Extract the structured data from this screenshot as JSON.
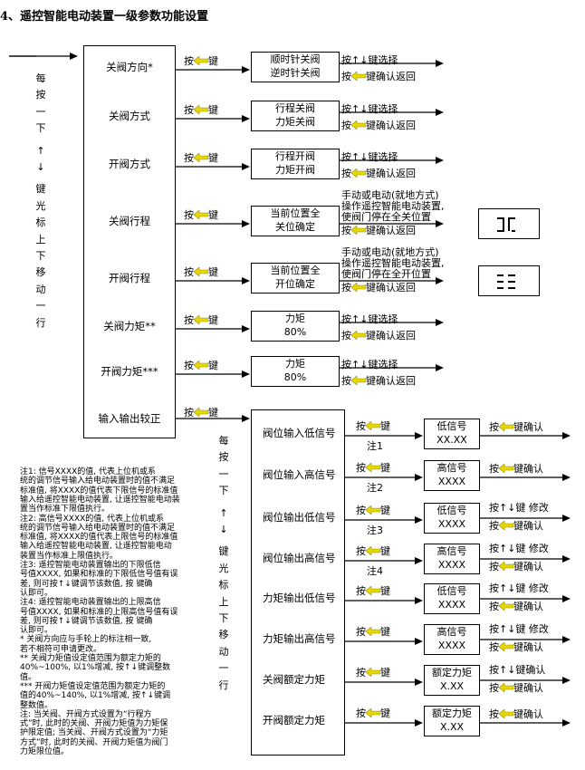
{
  "title": "4、遥控智能电动装置一级参数功能设置",
  "colors": {
    "yellow_arrow": "#e6d800",
    "line": "#000000"
  },
  "side_vertical_1": [
    "每",
    "按",
    "一",
    "下",
    "↑",
    "↓",
    "键",
    "光",
    "标",
    "上",
    "下",
    "移",
    "动",
    "一",
    "行"
  ],
  "side_vertical_2": [
    "每",
    "按",
    "一",
    "下",
    "↑",
    "↓",
    "键",
    "光",
    "标",
    "上",
    "下",
    "移",
    "动",
    "一",
    "行"
  ],
  "menu": [
    "关阀方向*",
    "关阀方式",
    "开阀方式",
    "关阀行程",
    "开阀行程",
    "关阀力矩**",
    "开阀力矩***",
    "输入输出较正"
  ],
  "press_key": {
    "press": "按",
    "key": "键"
  },
  "rows": [
    {
      "options": [
        "顺时针关阀",
        "逆时针关阀"
      ],
      "hint1": "按↑↓键选择",
      "hint2": "按",
      "hint2b": "键确认返回"
    },
    {
      "options": [
        "行程关阀",
        "力矩关阀"
      ],
      "hint1": "按↑↓键选择",
      "hint2": "按",
      "hint2b": "键确认返回"
    },
    {
      "options": [
        "行程开阀",
        "力矩开阀"
      ],
      "hint1": "按↑↓键选择",
      "hint2": "按",
      "hint2b": "键确认返回"
    },
    {
      "options": [
        "当前位置全",
        "关位确定"
      ],
      "desc": [
        "手动或电动(就地方式)",
        "操作遥控智能电动装置,",
        "使阀门停在全关位置"
      ],
      "hint2": "按",
      "hint2b": "键确认返回",
      "display": "CLOSE_GLYPH"
    },
    {
      "options": [
        "当前位置全",
        "开位确定"
      ],
      "desc": [
        "手动或电动(就地方式)",
        "操作遥控智能电动装置,",
        "使阀门停在全开位置"
      ],
      "hint2": "按",
      "hint2b": "键确认返回",
      "display": "OPEN_GLYPH"
    },
    {
      "options": [
        "力矩",
        "80%"
      ],
      "hint1": "按↑↓键选择",
      "hint2": "按",
      "hint2b": "键确认返回"
    },
    {
      "options": [
        "力矩",
        "80%"
      ],
      "hint1": "按↑↓键选择",
      "hint2": "按",
      "hint2b": "键确认返回"
    }
  ],
  "sub_menu": [
    {
      "label": "阀位输入低信号",
      "note": "注1",
      "value": [
        "低信号",
        "XX.XX"
      ],
      "action": [
        "按",
        "键确认"
      ]
    },
    {
      "label": "阀位输入高信号",
      "note": "注2",
      "value": [
        "高信号",
        "XXXX"
      ],
      "action": [
        "按",
        "键确认"
      ]
    },
    {
      "label": "阀位输出低信号",
      "note": "注3",
      "value": [
        "低信号",
        "XXXX"
      ],
      "action": [
        "按↑↓键 修改",
        "按",
        "键确认"
      ]
    },
    {
      "label": "阀位输出高信号",
      "note": "注4",
      "value": [
        "高信号",
        "XXXX"
      ],
      "action": [
        "按↑↓键 修改",
        "按",
        "键确认"
      ]
    },
    {
      "label": "力矩输出低信号",
      "note": "",
      "value": [
        "低信号",
        "XXXX"
      ],
      "action": [
        "按↑↓键 修改",
        "按",
        "键确认"
      ]
    },
    {
      "label": "力矩输出高信号",
      "note": "",
      "value": [
        "高信号",
        "XXXX"
      ],
      "action": [
        "按↑↓键 修改",
        "按",
        "键确认"
      ]
    },
    {
      "label": "关阀额定力矩",
      "note": "",
      "value": [
        "额定力矩",
        "X.XX"
      ],
      "action": [
        "按↑↓键确认",
        "按",
        "键确认"
      ]
    },
    {
      "label": "开阀额定力矩",
      "note": "",
      "value": [
        "额定力矩",
        "X.XX"
      ],
      "action": [
        "按",
        "键确认"
      ]
    }
  ],
  "notes": [
    "注1: 信号XXXX的值, 代表上位机或系",
    "统的调节信号输入给电动装置时的值不满足",
    "标准值, 将XXXX的值代表下限信号的标准值",
    "输入给遥控智能电动装置, 让遥控智能电动装",
    "置当作标准下限值执行。",
    "注2: 高信号XXXX的值, 代表上位机或系",
    "统的调节信号输入给电动装置时的值不满足",
    "标准值, 将XXXX的值代表上限信号的标准值",
    "输入给遥控智能电动装置, 让遥控智能电动",
    "装置当作标准上限值执行。",
    "注3: 遥控智能电动装置输出的下限低信",
    "号值XXXX, 如果和标准的下限低信号值有误",
    "差, 则可按↑↓键调节该数值, 按    键确",
    "认即可。",
    "注4: 遥控智能电动装置输出的上限高信",
    "号值XXXX, 如果和标准的上限高信号值有误",
    "差, 则可按↑↓键调节该数值, 按    键确",
    "认即可。",
    "* 关阀方向应与手轮上的标注相一致,",
    "若不相符可申请更改。",
    "** 关阀力矩值设定值范围为额定力矩的",
    "40%~100%, 以1%增减, 按↑↓键调整数",
    "值。",
    "*** 开阀力矩值设定值范围为额定力矩的",
    "值的40%~140%, 以1%增减, 按↑↓键调",
    "整数值。",
    "注: 当关阀、开阀方式设置为“行程方",
    "式”时, 此时的关阀、开阀力矩值为力矩保",
    "护限定值; 当关阀、开阀方式设置为“力矩",
    "方式”时, 此时的关阀、开阀力矩值为阀门",
    "力矩限位值。"
  ]
}
